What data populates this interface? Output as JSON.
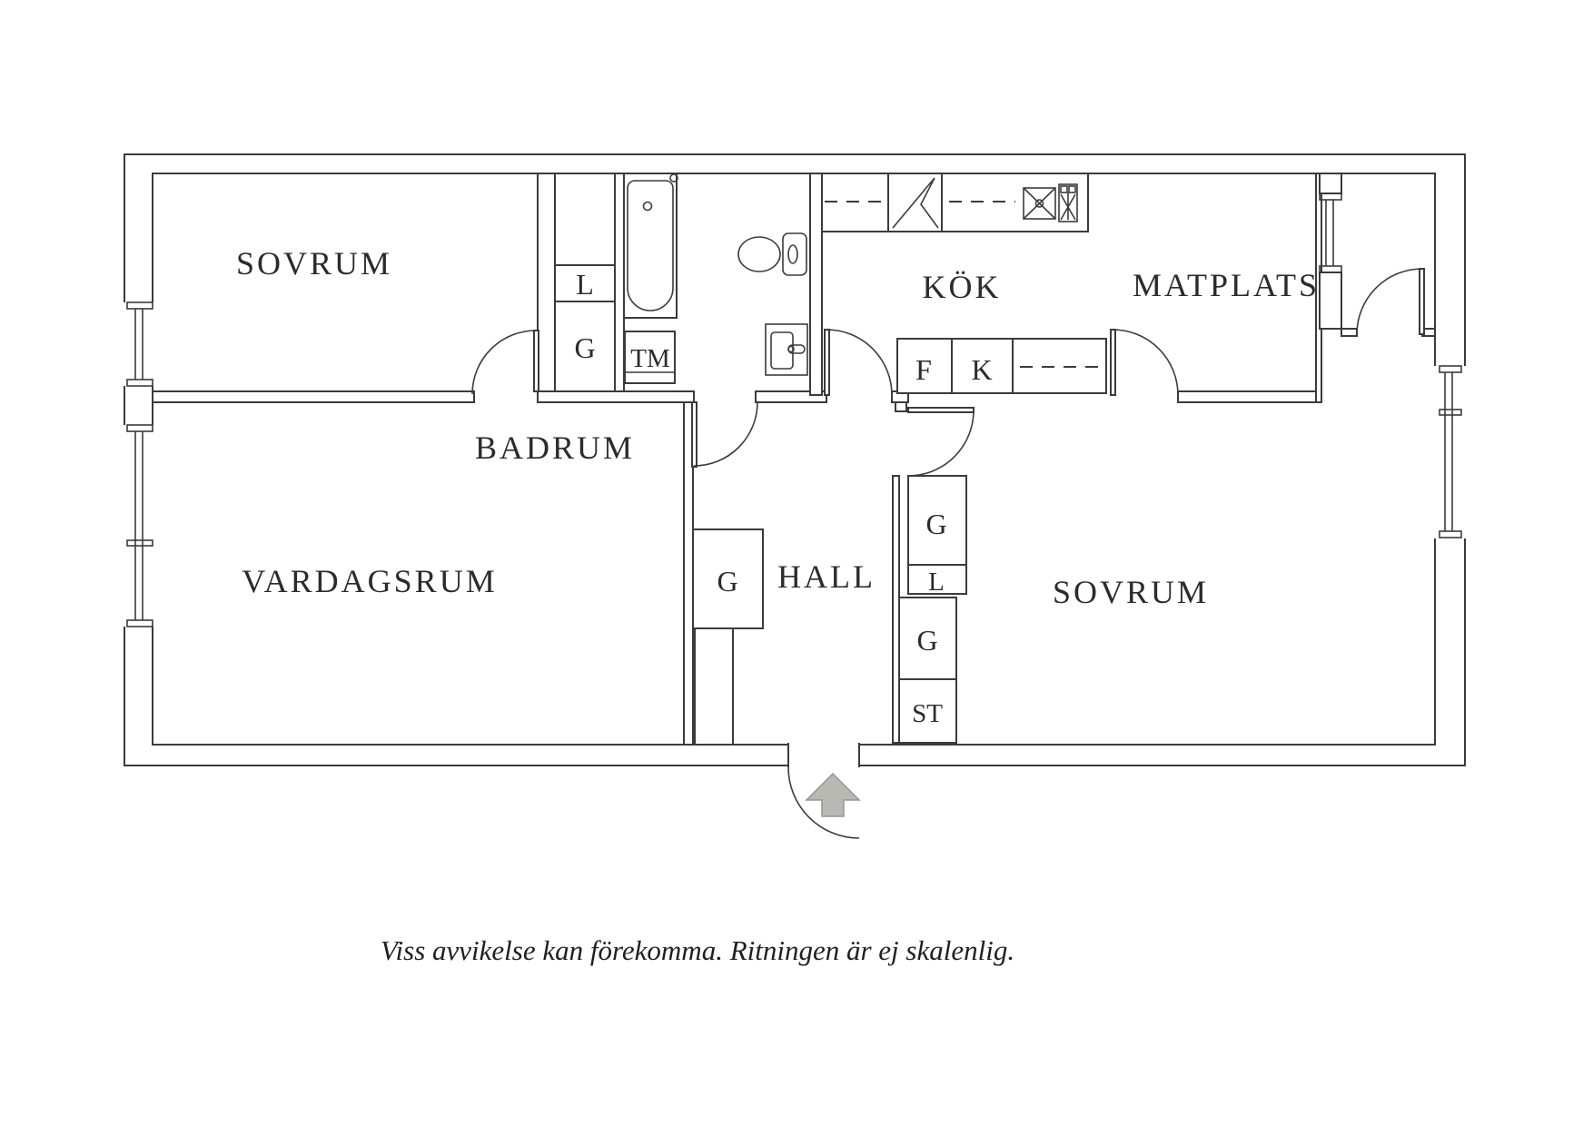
{
  "plan": {
    "rooms": [
      {
        "id": "sovrum-1",
        "label": "SOVRUM"
      },
      {
        "id": "badrum",
        "label": "BADRUM"
      },
      {
        "id": "kok",
        "label": "KÖK"
      },
      {
        "id": "matplats",
        "label": "MATPLATS"
      },
      {
        "id": "vardagsrum",
        "label": "VARDAGSRUM"
      },
      {
        "id": "hall",
        "label": "HALL"
      },
      {
        "id": "sovrum-2",
        "label": "SOVRUM"
      }
    ],
    "closets": [
      {
        "id": "linen-top",
        "label": "L"
      },
      {
        "id": "wardrobe-top",
        "label": "G"
      },
      {
        "id": "washing-machine",
        "label": "TM"
      },
      {
        "id": "freezer",
        "label": "F"
      },
      {
        "id": "fridge",
        "label": "K"
      },
      {
        "id": "wardrobe-hall",
        "label": "G"
      },
      {
        "id": "wardrobe-col-1",
        "label": "G"
      },
      {
        "id": "linen-col",
        "label": "L"
      },
      {
        "id": "wardrobe-col-2",
        "label": "G"
      },
      {
        "id": "storage",
        "label": "ST"
      }
    ],
    "fixtures": [
      "bathtub",
      "toilet",
      "washbasin",
      "stove",
      "kitchen-sink",
      "entrance-arrow"
    ],
    "colors": {
      "line": "#3b3b3b",
      "text": "#2b2b2b",
      "arrow_fill": "#b9b9b3",
      "arrow_stroke": "#97978f"
    }
  },
  "footer": {
    "note": "Viss avvikelse kan förekomma. Ritningen är ej skalenlig."
  }
}
